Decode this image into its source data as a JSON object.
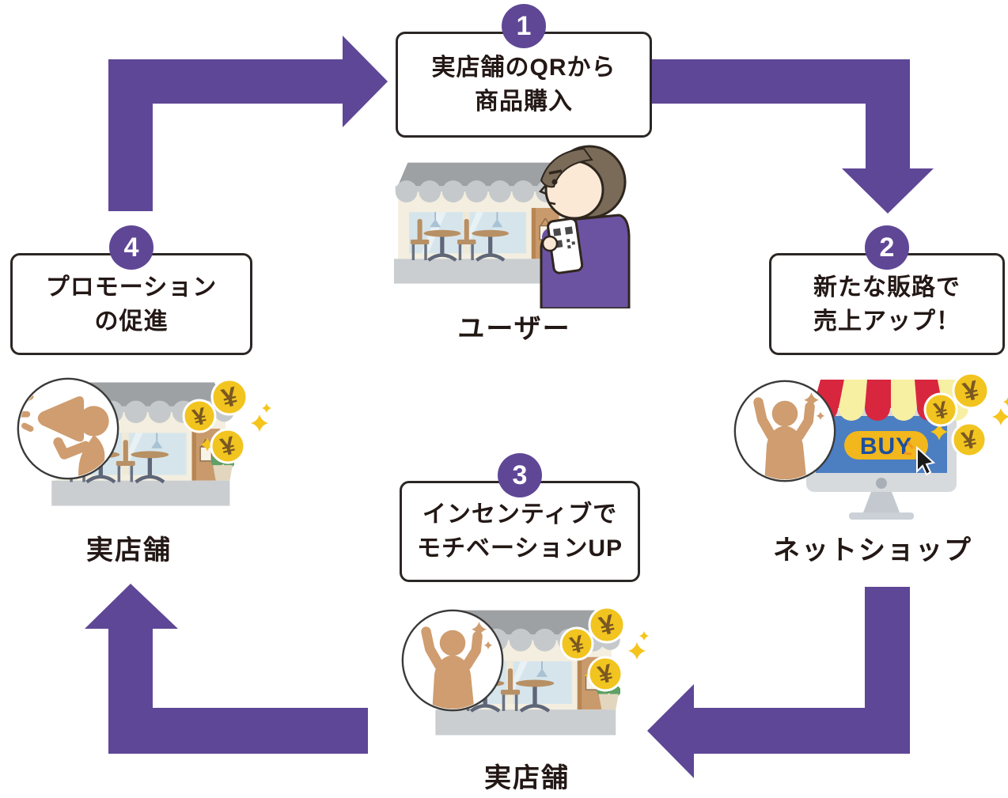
{
  "diagram": {
    "type": "cycle-flow",
    "coin_symbol": "¥",
    "steps": [
      {
        "number": "1",
        "line1": "実店舗のQRから",
        "line2": "商品購入",
        "caption": "ユーザー"
      },
      {
        "number": "2",
        "line1": "新たな販路で",
        "line2": "売上アップ！",
        "caption": "ネットショップ"
      },
      {
        "number": "3",
        "line1": "インセンティブで",
        "line2": "モチベーションUP",
        "caption": "実店舗"
      },
      {
        "number": "4",
        "line1": "プロモーション",
        "line2": "の促進",
        "caption": "実店舗"
      }
    ],
    "netshop": {
      "buy_label": "BUY"
    },
    "colors": {
      "arrow": "#5E4796",
      "badge": "#5F4796",
      "text": "#231815",
      "box_border": "#2B2725",
      "coin": "#F2C41F",
      "coin_symbol": "#7A5822",
      "sparkle": "#F5C41D",
      "person_tan": "#CF9D6F",
      "screen_blue": "#4C7EC2",
      "awning_red": "#D8263E",
      "awning_cream": "#F7F0A3",
      "buy_button": "#F1B71C",
      "buy_text": "#1D4F9E",
      "sweater_purple": "#6C53A1"
    }
  }
}
